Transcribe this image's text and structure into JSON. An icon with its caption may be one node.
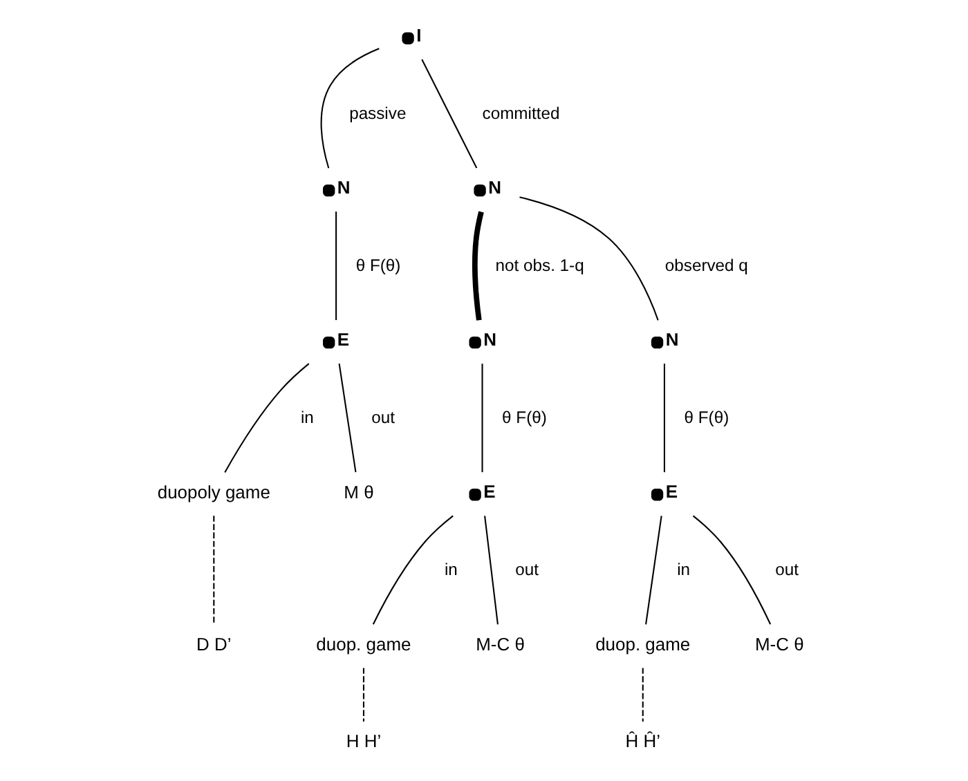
{
  "diagram": {
    "nodes": [
      {
        "text": [
          "I"
        ]
      },
      {
        "text": [
          "N"
        ]
      },
      {
        "text": [
          "E"
        ]
      },
      {
        "text": [
          "duopoly game"
        ]
      },
      {
        "text": [
          "M θ"
        ]
      },
      {
        "text": [
          "D D’"
        ]
      },
      {
        "text": [
          "N"
        ]
      },
      {
        "text": [
          "N"
        ]
      },
      {
        "text": [
          "E"
        ]
      },
      {
        "text": [
          "duop. game"
        ]
      },
      {
        "text": [
          "M-C θ"
        ]
      },
      {
        "text": [
          "H H’"
        ]
      },
      {
        "text": [
          "N"
        ]
      },
      {
        "text": [
          "E"
        ]
      },
      {
        "text": [
          "duop. game"
        ]
      },
      {
        "text": [
          "M-C θ"
        ]
      },
      {
        "text": [
          "Ĥ Ĥ’"
        ]
      }
    ],
    "edges": [
      {
        "from": 0,
        "to": 1,
        "arrow": "none",
        "label": "passive"
      },
      {
        "from": 0,
        "to": 6,
        "arrow": "none",
        "label": "committed"
      },
      {
        "from": 1,
        "to": 2,
        "arrow": "none",
        "label": "θ F(θ)"
      },
      {
        "from": 2,
        "to": 3,
        "arrow": "none",
        "label": "in"
      },
      {
        "from": 2,
        "to": 4,
        "arrow": "none",
        "label": "out"
      },
      {
        "from": 3,
        "to": 5,
        "arrow": "none",
        "style": "dashed"
      },
      {
        "from": 6,
        "to": 7,
        "arrow": "none",
        "label": "not obs. 1-q",
        "style": "thick"
      },
      {
        "from": 6,
        "to": 12,
        "arrow": "none",
        "label": "observed q"
      },
      {
        "from": 7,
        "to": 8,
        "arrow": "none",
        "label": "θ F(θ)"
      },
      {
        "from": 8,
        "to": 9,
        "arrow": "none",
        "label": "in"
      },
      {
        "from": 8,
        "to": 10,
        "arrow": "none",
        "label": "out"
      },
      {
        "from": 9,
        "to": 11,
        "arrow": "none",
        "style": "dashed"
      },
      {
        "from": 12,
        "to": 13,
        "arrow": "none",
        "label": "θ F(θ)"
      },
      {
        "from": 13,
        "to": 14,
        "arrow": "none",
        "label": "in"
      },
      {
        "from": 13,
        "to": 15,
        "arrow": "none",
        "label": "out"
      },
      {
        "from": 14,
        "to": 16,
        "arrow": "none",
        "style": "dashed"
      }
    ]
  }
}
